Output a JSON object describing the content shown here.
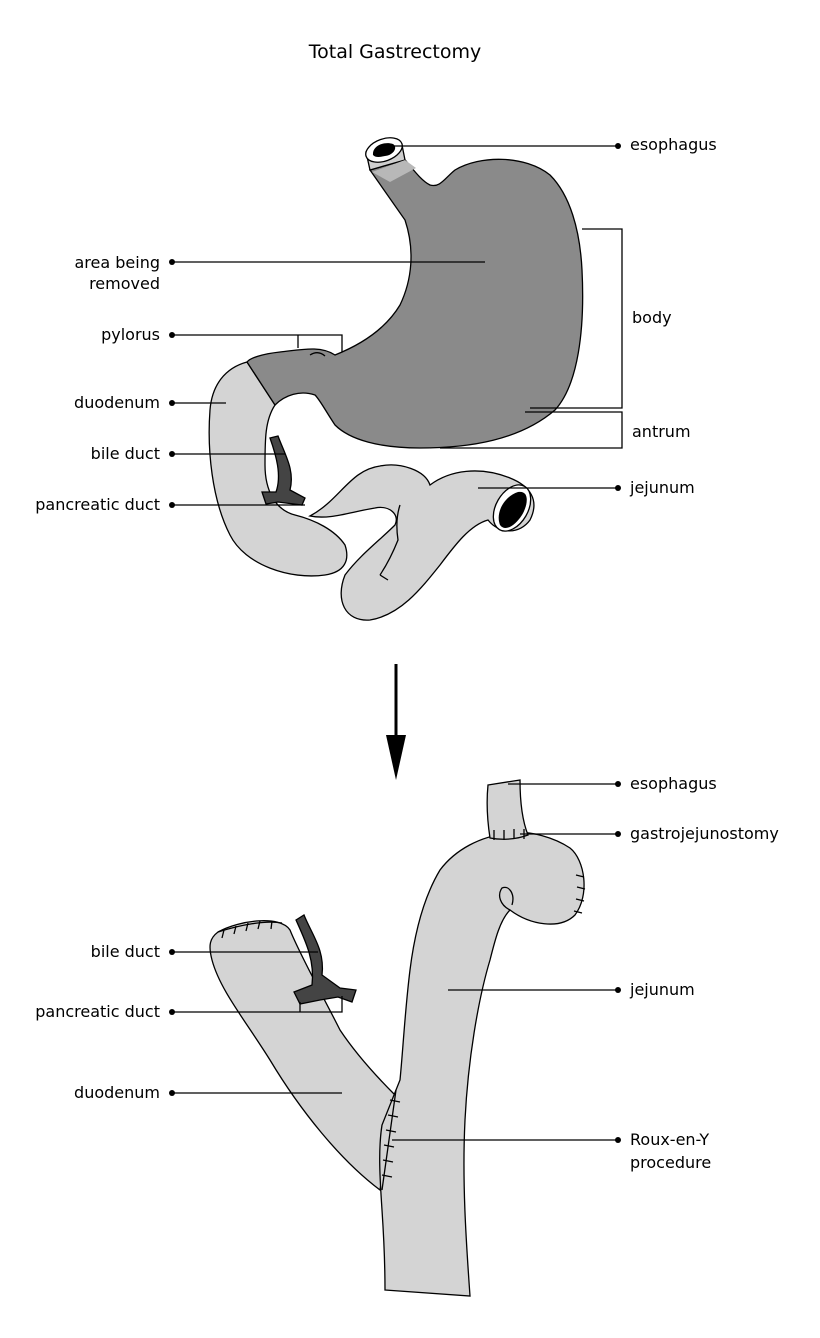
{
  "title": "Total Gastrectomy",
  "colors": {
    "removed_stomach": "#8a8a8a",
    "intestine": "#d4d4d4",
    "ducts": "#444444",
    "outline": "#000000"
  },
  "before": {
    "labels": {
      "esophagus": "esophagus",
      "area_removed_line1": "area being",
      "area_removed_line2": "removed",
      "pylorus": "pylorus",
      "body": "body",
      "duodenum": "duodenum",
      "antrum": "antrum",
      "bile_duct": "bile duct",
      "pancreatic_duct": "pancreatic duct",
      "jejunum": "jejunum"
    }
  },
  "arrow_icon": "down-arrow-icon",
  "after": {
    "labels": {
      "esophagus": "esophagus",
      "gastrojejunostomy": "gastrojejunostomy",
      "bile_duct": "bile duct",
      "jejunum": "jejunum",
      "pancreatic_duct": "pancreatic duct",
      "duodenum": "duodenum",
      "roux_line1": "Roux-en-Y",
      "roux_line2": "procedure"
    }
  }
}
